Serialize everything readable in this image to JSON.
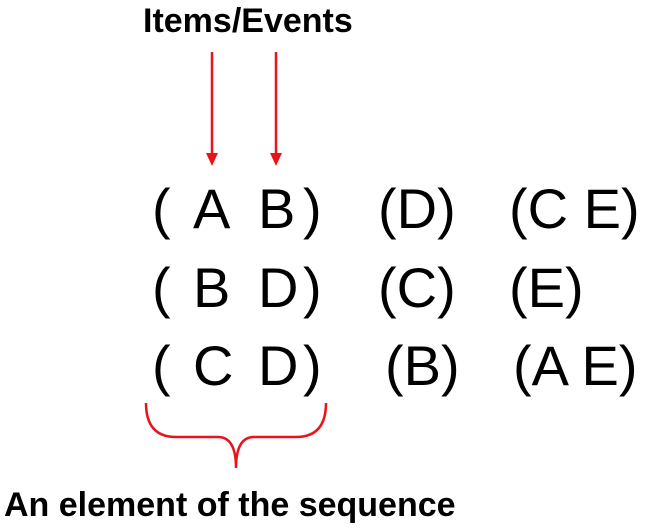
{
  "labels": {
    "top": "Items/Events",
    "bottom": "An element of the sequence"
  },
  "colors": {
    "annotation": "#e8141c",
    "text": "#000000"
  },
  "rows": [
    {
      "first": {
        "open": "(",
        "a": "A",
        "b": "B",
        "close": ")"
      },
      "second": "(D)",
      "third": "(C E)"
    },
    {
      "first": {
        "open": "(",
        "a": "B",
        "b": "D",
        "close": ")"
      },
      "second": "(C)",
      "third": "(E)"
    },
    {
      "first": {
        "open": "(",
        "a": "C",
        "b": "D",
        "close": ")"
      },
      "second": "(B)",
      "third": "(A E)"
    }
  ]
}
